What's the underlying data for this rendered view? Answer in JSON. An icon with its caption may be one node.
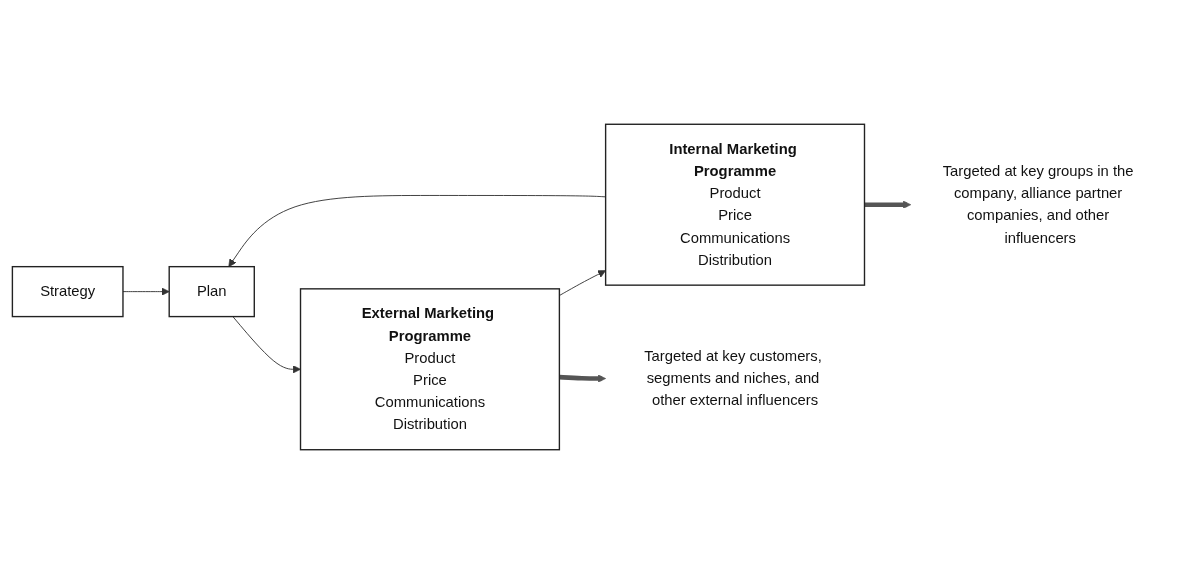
{
  "diagram": {
    "nodes": [
      {
        "text": [
          "Strategy"
        ]
      },
      {
        "text": [
          "Plan"
        ]
      },
      {
        "text": [
          "Internal Marketing Programme",
          "Product",
          "Price",
          "Communications",
          "Distribution"
        ]
      },
      {
        "text": [
          "Targeted at key groups in the company, alliance partner companies, and other influencers"
        ]
      },
      {
        "text": [
          "External Marketing Programme",
          "Product",
          "Price",
          "Communications",
          "Distribution"
        ]
      },
      {
        "text": [
          "Targeted at key customers, segments and niches, and other external influencers"
        ]
      }
    ],
    "edges": [
      {
        "from": 0,
        "to": 1,
        "arrow": "to"
      },
      {
        "from": 1,
        "to": 4,
        "arrow": "to"
      },
      {
        "from": 4,
        "to": 2,
        "arrow": "to"
      },
      {
        "from": 2,
        "to": 1,
        "arrow": "to"
      },
      {
        "from": 2,
        "to": 3,
        "arrow": "to",
        "style": "thick"
      },
      {
        "from": 4,
        "to": 5,
        "arrow": "to",
        "style": "thick"
      }
    ]
  }
}
